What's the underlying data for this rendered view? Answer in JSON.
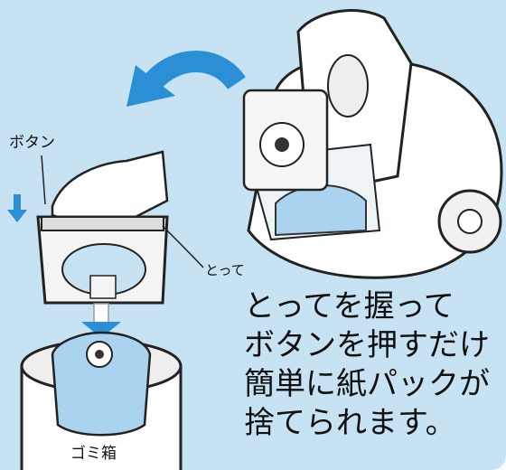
{
  "labels": {
    "button": "ボタン",
    "handle": "とって",
    "bin": "ゴミ箱"
  },
  "caption": {
    "lines": [
      "とってを握って",
      "ボタンを押すだけ",
      "簡単に紙パックが",
      "捨てられます。"
    ]
  },
  "colors": {
    "background": "#c7e2f3",
    "accent": "#2b8fd6"
  }
}
